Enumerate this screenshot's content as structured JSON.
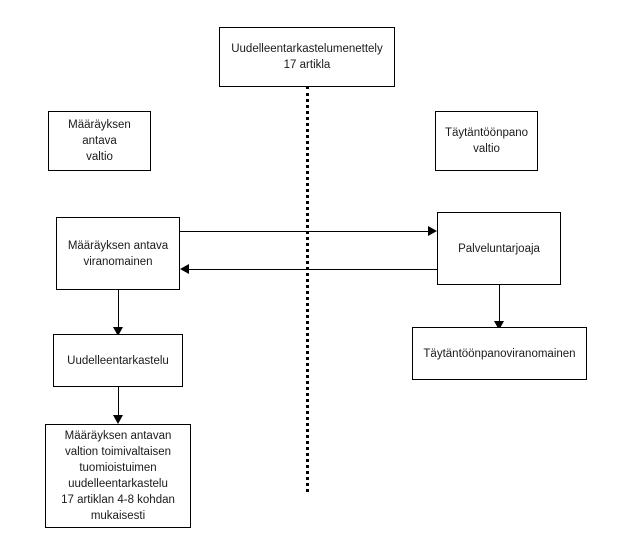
{
  "diagram": {
    "title_box": {
      "label": "Uudelleentarkastelumenettely\n17 artikla"
    },
    "left_column": {
      "state_box": {
        "label": "Määräyksen antava\nvaltio"
      },
      "authority_box": {
        "label": "Määräyksen antava\nviranomainen"
      },
      "review_box": {
        "label": "Uudelleentarkastelu"
      },
      "court_review_box": {
        "label": "Määräyksen antavan\nvaltion toimivaltaisen\ntuomioistuimen\nuudelleentarkastelu\n17 artiklan 4-8 kohdan\nmukaisesti"
      }
    },
    "right_column": {
      "state_box": {
        "label": "Täytäntöönpano\nvaltio"
      },
      "provider_box": {
        "label": "Palveluntarjoaja"
      },
      "enforcement_authority_box": {
        "label": "Täytäntöönpanoviranomainen"
      }
    },
    "connectors": {
      "divider_name": "vertical-dotted-divider",
      "authority_to_provider": "arrow-right",
      "provider_to_authority": "arrow-left",
      "authority_to_review": "arrow-down",
      "review_to_court_review": "arrow-down",
      "provider_to_enforcement_authority": "arrow-down"
    },
    "colors": {
      "stroke": "#000000",
      "text": "#1a1a1a",
      "background": "#ffffff"
    }
  }
}
